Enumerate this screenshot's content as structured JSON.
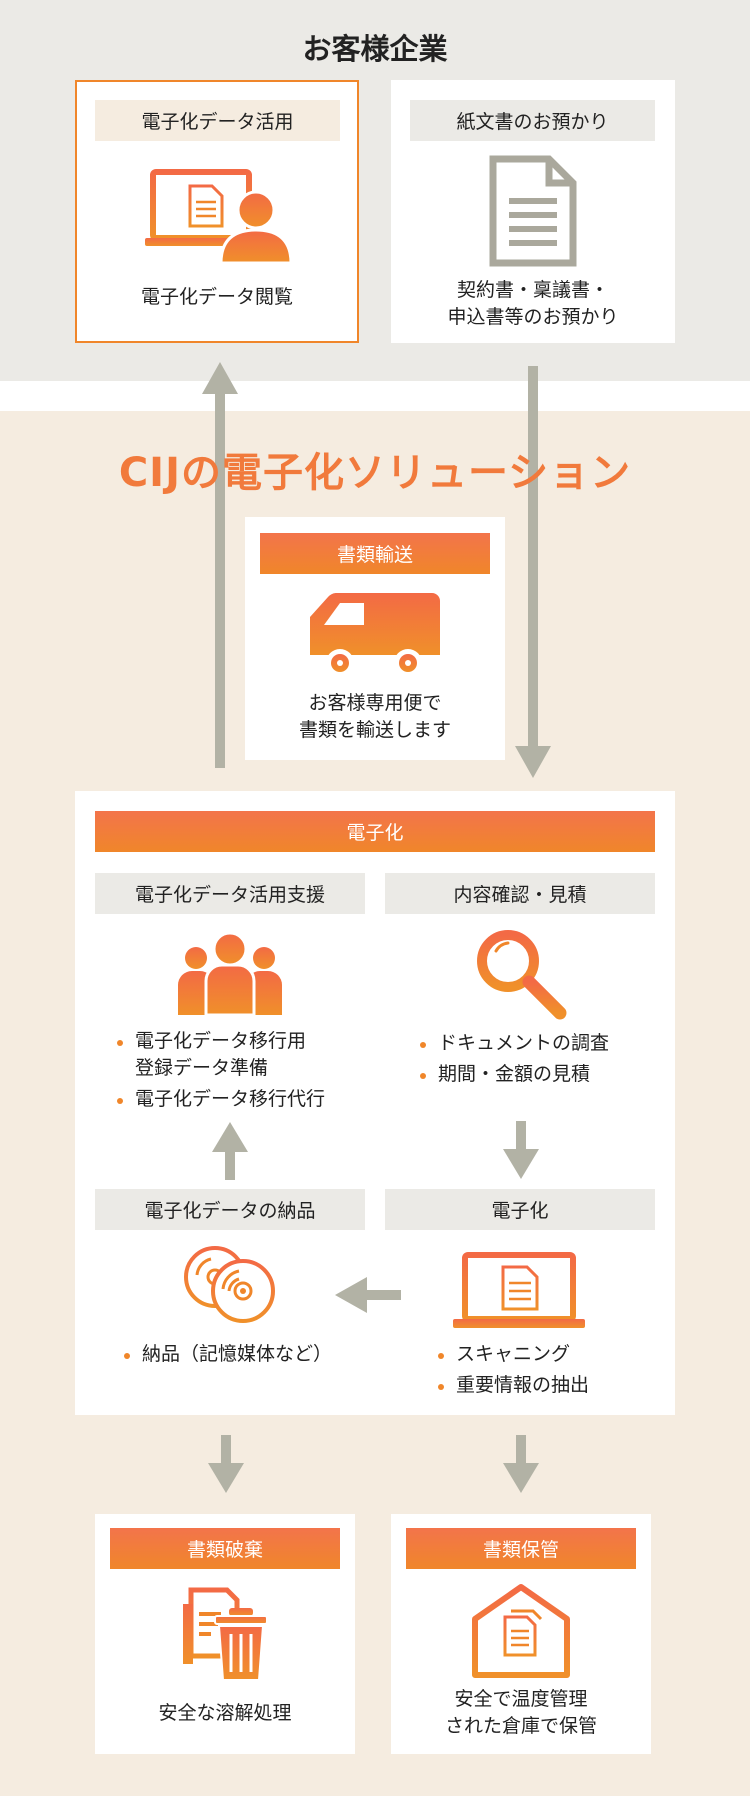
{
  "customer": {
    "title": "お客様企業",
    "left_card": {
      "header": "電子化データ活用",
      "caption": "電子化データ閲覧",
      "icon": "laptop-user-icon"
    },
    "right_card": {
      "header": "紙文書のお預かり",
      "caption_line1": "契約書・稟議書・",
      "caption_line2": "申込書等のお預かり",
      "icon": "document-icon"
    }
  },
  "solution": {
    "title": "CIJの電子化ソリューション",
    "transport": {
      "header": "書類輸送",
      "line1": "お客様専用便で",
      "line2": "書類を輸送します",
      "icon": "delivery-van-icon"
    },
    "digitize": {
      "header": "電子化",
      "support": {
        "header": "電子化データ活用支援",
        "bullet1_line1": "電子化データ移行用",
        "bullet1_line2": "登録データ準備",
        "bullet2": "電子化データ移行代行",
        "icon": "people-group-icon"
      },
      "review": {
        "header": "内容確認・見積",
        "bullet1": "ドキュメントの調査",
        "bullet2": "期間・金額の見積",
        "icon": "magnifier-icon"
      },
      "delivery": {
        "header": "電子化データの納品",
        "bullet1": "納品（記憶媒体など）",
        "icon": "disc-media-icon"
      },
      "scan": {
        "header": "電子化",
        "bullet1": "スキャニング",
        "bullet2": "重要情報の抽出",
        "icon": "laptop-document-icon"
      }
    },
    "disposal": {
      "header": "書類破棄",
      "caption": "安全な溶解処理",
      "icon": "trash-document-icon"
    },
    "storage": {
      "header": "書類保管",
      "line1": "安全で温度管理",
      "line2": "された倉庫で保管",
      "icon": "warehouse-document-icon"
    }
  },
  "colors": {
    "accent_orange": "#f17a3c",
    "arrow_gray": "#b2b2a5",
    "top_bg": "#ebeae6",
    "bottom_bg": "#f5ece0"
  }
}
